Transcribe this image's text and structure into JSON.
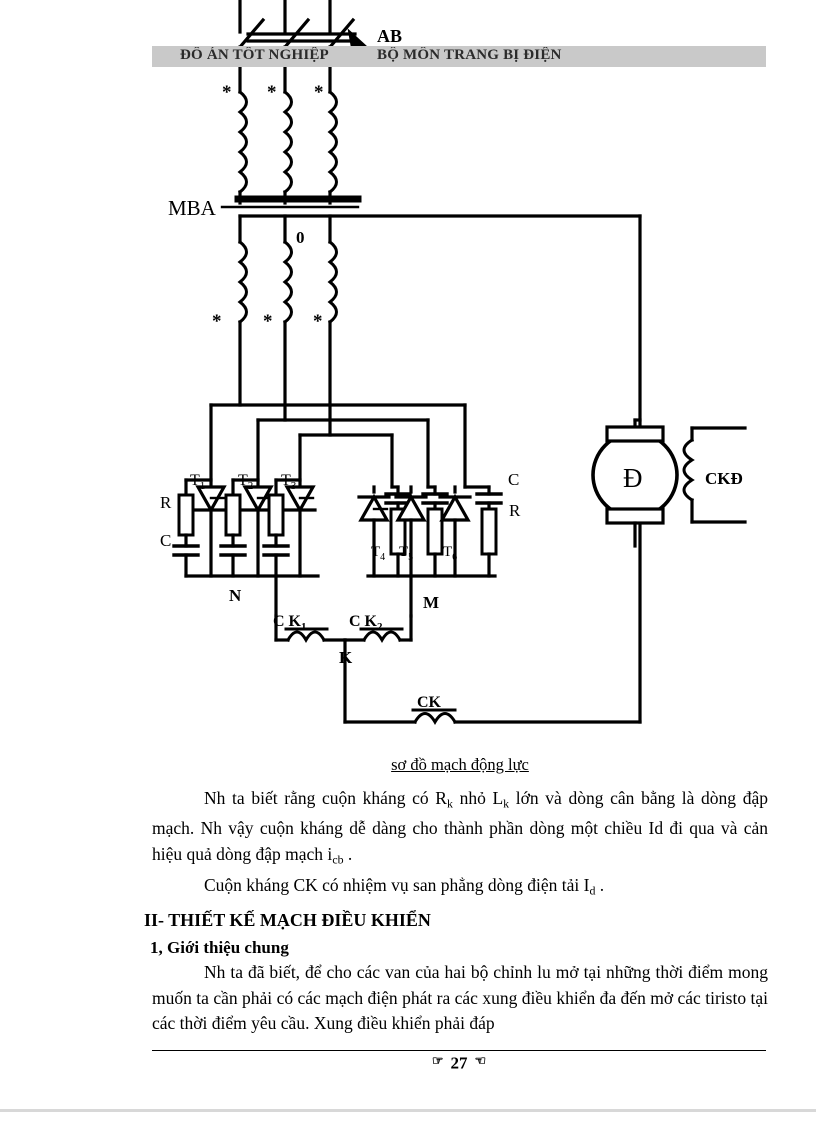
{
  "header": {
    "left": "ĐỒ ÁN TỐT NGHIỆP",
    "right": "BỘ MÔN TRANG BỊ ĐIỆN"
  },
  "figure": {
    "caption": "sơ đồ mạch động lực",
    "labels": {
      "breaker": "AB",
      "transformer": "MBA",
      "neutral": "0",
      "polarity_mark": "*",
      "thyristor_1": "T",
      "thyristor_1_sub": "1",
      "thyristor_2": "T",
      "thyristor_2_sub": "2",
      "thyristor_3": "T",
      "thyristor_3_sub": "3",
      "thyristor_4": "T",
      "thyristor_4_sub": "4",
      "thyristor_5": "T",
      "thyristor_5_sub": "5",
      "thyristor_6": "T",
      "thyristor_6_sub": "6",
      "resistor_left": "R",
      "capacitor_left": "C",
      "capacitor_right": "C",
      "resistor_right": "R",
      "node_n": "N",
      "node_m": "M",
      "node_k": "K",
      "reactor_1": "C K",
      "reactor_1_sub": "1",
      "reactor_2": "C K",
      "reactor_2_sub": "2",
      "smoothing_reactor": "CK",
      "motor": "Đ",
      "field_winding": "CKĐ"
    }
  },
  "body": {
    "para1": {
      "lead": "Nh   ta biết rằng cuộn kháng có R",
      "sub1": "k",
      "mid1": " nhỏ L",
      "sub2": "k",
      "mid2": " lớn và dòng cân bằng là dòng đập mạch. Nh   vậy cuộn kháng dễ dàng cho thành phần dòng một chiều Id đi qua và cản hiệu quả dòng đập mạch i",
      "sub3": "cb",
      "tail": " ."
    },
    "para2": {
      "lead": "Cuộn kháng CK có nhiệm vụ san phẳng dòng điện tải I",
      "sub1": "d",
      "tail": " ."
    },
    "heading2": "II- THIẾT KẾ MẠCH ĐIỀU KHIỂN",
    "heading3": "1, Giới thiệu chung",
    "para3": "Nh   ta đã biết, để cho các van của hai bộ chỉnh lu   mở tại những thời điểm mong muốn ta cần phải có các mạch điện phát ra các xung điều khiển đa   đến mở các tiristo tại các thời điểm yêu cầu. Xung điều khiển phải đáp"
  },
  "footer": {
    "hand_left": "☞",
    "page_number": "27",
    "hand_right": "☜"
  },
  "colors": {
    "header_band": "#c9c9c9",
    "ink": "#000000",
    "page": "#ffffff"
  }
}
